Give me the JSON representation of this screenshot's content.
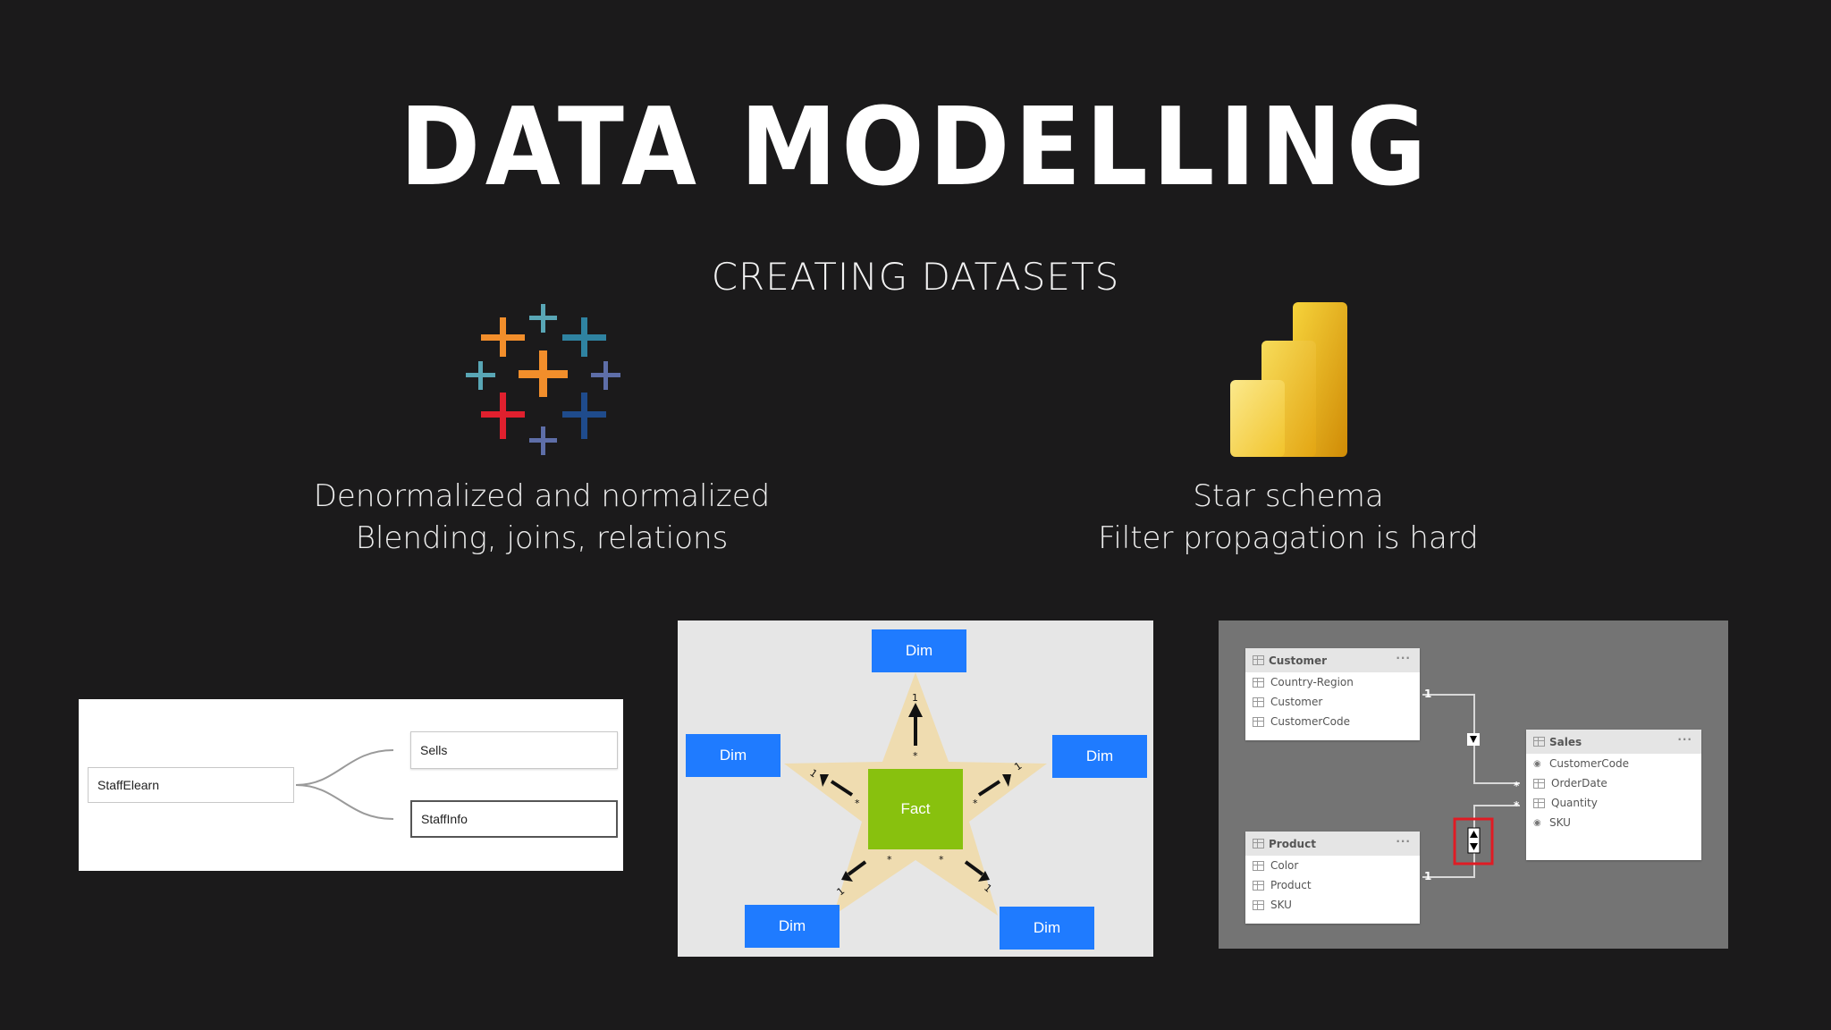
{
  "slide": {
    "title": "DATA MODELLING",
    "subtitle": "CREATING DATASETS"
  },
  "left_column": {
    "logo": "tableau-logo",
    "line1": "Denormalized and normalized",
    "line2": "Blending, joins, relations"
  },
  "right_column": {
    "logo": "power-bi-logo",
    "line1": "Star schema",
    "line2": "Filter propagation is hard"
  },
  "tableau_relations": {
    "root": "StaffElearn",
    "children": [
      "Sells",
      "StaffInfo"
    ]
  },
  "star_schema": {
    "center": "Fact",
    "dims": [
      "Dim",
      "Dim",
      "Dim",
      "Dim",
      "Dim"
    ],
    "one_label": "1",
    "many_label": "*"
  },
  "powerbi_model": {
    "tables": [
      {
        "name": "Customer",
        "fields": [
          "Country-Region",
          "Customer",
          "CustomerCode"
        ]
      },
      {
        "name": "Product",
        "fields": [
          "Color",
          "Product",
          "SKU"
        ]
      },
      {
        "name": "Sales",
        "fields": [
          "CustomerCode",
          "OrderDate",
          "Quantity",
          "SKU"
        ]
      }
    ],
    "menu": "···",
    "one_label": "1",
    "many_label": "*"
  },
  "colors": {
    "background": "#1b1a1b",
    "dim_blue": "#1f7bff",
    "fact_green": "#88c10e",
    "star_fill": "#efdcb0",
    "highlight_red": "#e01b24"
  }
}
